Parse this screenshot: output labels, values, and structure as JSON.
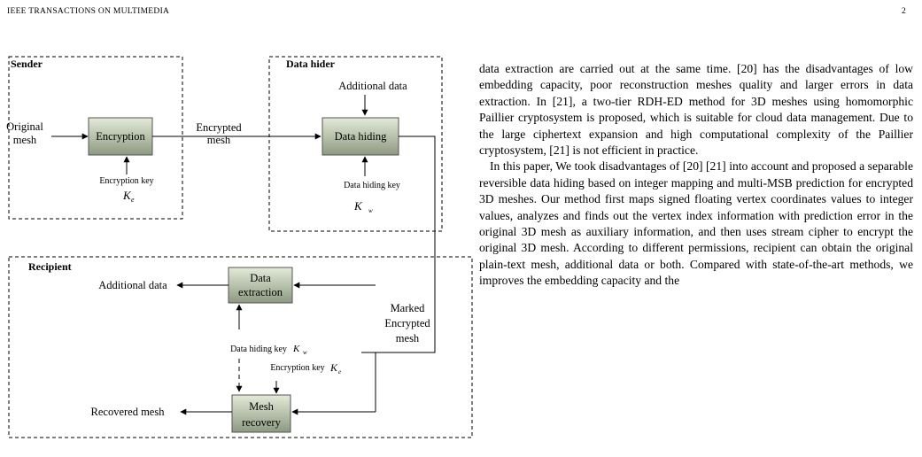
{
  "header": {
    "journal": "IEEE TRANSACTIONS ON MULTIMEDIA",
    "page_number": "2"
  },
  "figure": {
    "sender": {
      "title": "Sender",
      "input_line1": "Original",
      "input_line2": "mesh",
      "box": "Encryption",
      "key_label": "Encryption key",
      "key_symbol": "K",
      "key_sub": "e"
    },
    "link": {
      "line1": "Encrypted",
      "line2": "mesh"
    },
    "data_hider": {
      "title": "Data hider",
      "input": "Additional data",
      "box": "Data hiding",
      "key_label": "Data hiding key",
      "key_symbol": "K",
      "key_sub": "w"
    },
    "recipient": {
      "title": "Recipient",
      "output_top": "Additional data",
      "box_top_line1": "Data",
      "box_top_line2": "extraction",
      "input_line1": "Marked",
      "input_line2": "Encrypted",
      "input_line3": "mesh",
      "key1_label": "Data hiding key",
      "key1_symbol": "K",
      "key1_sub": "w",
      "key2_label": "Encryption key",
      "key2_symbol": "K",
      "key2_sub": "e",
      "output_bottom": "Recovered mesh",
      "box_bottom_line1": "Mesh",
      "box_bottom_line2": "recovery"
    },
    "colors": {
      "box_fill_top": "#e4ead9",
      "box_fill_bottom": "#8c9a80"
    }
  },
  "body": {
    "paragraph1": "data extraction are carried out at the same time. [20] has the disadvantages of low embedding capacity, poor reconstruction meshes quality and larger errors in data extraction. In [21], a two-tier RDH-ED method for 3D meshes using homomorphic Paillier cryptosystem is proposed, which is suitable for cloud data management. Due to the large ciphertext expansion and high computational complexity of the Paillier cryptosystem, [21] is not efficient in practice.",
    "paragraph2": "In this paper, We took disadvantages of [20] [21] into account and proposed a separable reversible data hiding based on integer mapping and multi-MSB prediction for encrypted 3D meshes. Our method first maps signed floating vertex coordinates values to integer values, analyzes and finds out the vertex index information with prediction error in the original 3D mesh as auxiliary information, and then uses stream cipher to encrypt the original 3D mesh. According to different permissions, recipient can obtain the original plain-text mesh, additional data or both. Compared with state-of-the-art methods, we improves the embedding capacity and the"
  }
}
